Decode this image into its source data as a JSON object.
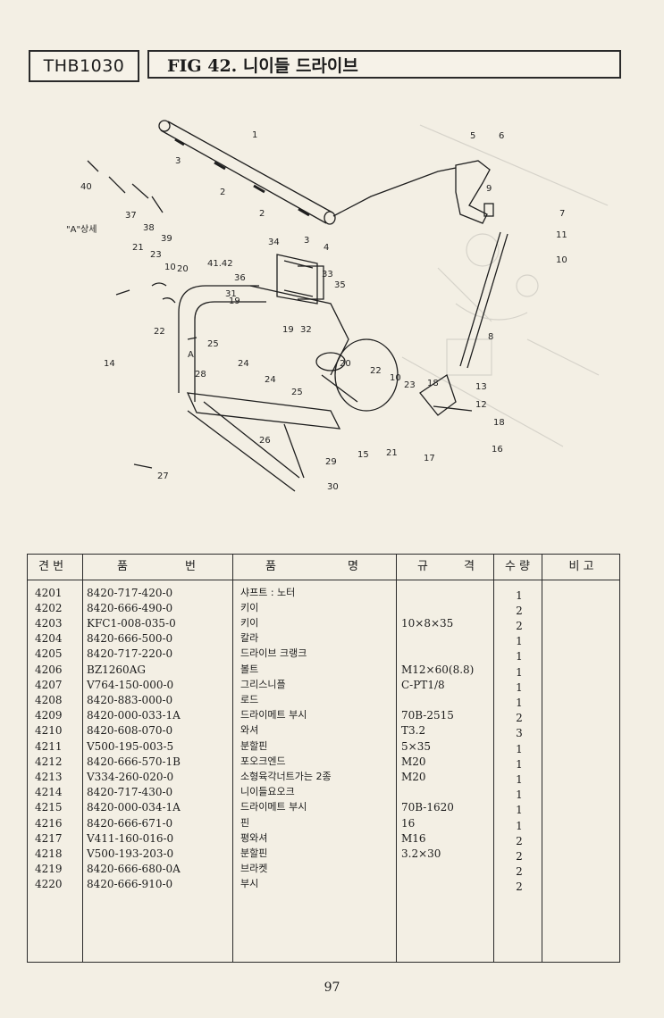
{
  "header": {
    "code": "THB1030",
    "title": "FIG 42. 니이들 드라이브"
  },
  "diagram": {
    "detail_label": "\"A\"상세",
    "view_label": "A",
    "callouts": [
      "1",
      "2",
      "2",
      "3",
      "3",
      "4",
      "5",
      "6",
      "7",
      "8",
      "9",
      "10",
      "10",
      "11",
      "12",
      "13",
      "14",
      "15",
      "16",
      "17",
      "18",
      "18",
      "19",
      "19",
      "20",
      "20",
      "21",
      "21",
      "22",
      "22",
      "23",
      "23",
      "24",
      "24",
      "25",
      "25",
      "26",
      "27",
      "28",
      "29",
      "30",
      "31",
      "32",
      "33",
      "34",
      "35",
      "36",
      "37",
      "38",
      "39",
      "40",
      "41.42"
    ]
  },
  "table": {
    "headers": {
      "no": "견  번",
      "part_no_1": "품",
      "part_no_2": "번",
      "name_1": "품",
      "name_2": "명",
      "spec_1": "규",
      "spec_2": "격",
      "qty": "수 량",
      "remark": "비  고"
    },
    "groups": [
      [
        {
          "no": "4201",
          "part_no": "8420-717-420-0",
          "name": "샤프트 : 노터",
          "spec": "",
          "qty": "1",
          "remark": ""
        },
        {
          "no": "4202",
          "part_no": "8420-666-490-0",
          "name": "키이",
          "spec": "",
          "qty": "2",
          "remark": ""
        },
        {
          "no": "4203",
          "part_no": "KFC1-008-035-0",
          "name": "키이",
          "spec": "10×8×35",
          "qty": "2",
          "remark": ""
        },
        {
          "no": "4204",
          "part_no": "8420-666-500-0",
          "name": "칼라",
          "spec": "",
          "qty": "1",
          "remark": ""
        },
        {
          "no": "4205",
          "part_no": "8420-717-220-0",
          "name": "드라이브 크랭크",
          "spec": "",
          "qty": "1",
          "remark": ""
        }
      ],
      [
        {
          "no": "4206",
          "part_no": "BZ1260AG",
          "name": "볼트",
          "spec": "M12×60(8.8)",
          "qty": "1",
          "remark": ""
        },
        {
          "no": "4207",
          "part_no": "V764-150-000-0",
          "name": "그리스니플",
          "spec": "C-PT1/8",
          "qty": "1",
          "remark": ""
        },
        {
          "no": "4208",
          "part_no": "8420-883-000-0",
          "name": "로드",
          "spec": "",
          "qty": "1",
          "remark": ""
        },
        {
          "no": "4209",
          "part_no": "8420-000-033-1A",
          "name": "드라이메트 부시",
          "spec": "70B-2515",
          "qty": "2",
          "remark": ""
        },
        {
          "no": "4210",
          "part_no": "8420-608-070-0",
          "name": "와셔",
          "spec": "T3.2",
          "qty": "3",
          "remark": ""
        }
      ],
      [
        {
          "no": "4211",
          "part_no": "V500-195-003-5",
          "name": "분할핀",
          "spec": "5×35",
          "qty": "1",
          "remark": ""
        },
        {
          "no": "4212",
          "part_no": "8420-666-570-1B",
          "name": "포오크엔드",
          "spec": "M20",
          "qty": "1",
          "remark": ""
        },
        {
          "no": "4213",
          "part_no": "V334-260-020-0",
          "name": "소형육각너트가는 2종",
          "spec": "M20",
          "qty": "1",
          "remark": ""
        },
        {
          "no": "4214",
          "part_no": "8420-717-430-0",
          "name": "니이들요오크",
          "spec": "",
          "qty": "1",
          "remark": ""
        },
        {
          "no": "4215",
          "part_no": "8420-000-034-1A",
          "name": "드라이메트 부시",
          "spec": "70B-1620",
          "qty": "1",
          "remark": ""
        }
      ],
      [
        {
          "no": "4216",
          "part_no": "8420-666-671-0",
          "name": "핀",
          "spec": "16",
          "qty": "1",
          "remark": ""
        },
        {
          "no": "4217",
          "part_no": "V411-160-016-0",
          "name": "평와셔",
          "spec": "M16",
          "qty": "2",
          "remark": ""
        },
        {
          "no": "4218",
          "part_no": "V500-193-203-0",
          "name": "분할핀",
          "spec": "3.2×30",
          "qty": "2",
          "remark": ""
        },
        {
          "no": "4219",
          "part_no": "8420-666-680-0A",
          "name": "브라켓",
          "spec": "",
          "qty": "2",
          "remark": ""
        },
        {
          "no": "4220",
          "part_no": "8420-666-910-0",
          "name": "부시",
          "spec": "",
          "qty": "2",
          "remark": ""
        }
      ]
    ]
  },
  "page_number": "97"
}
